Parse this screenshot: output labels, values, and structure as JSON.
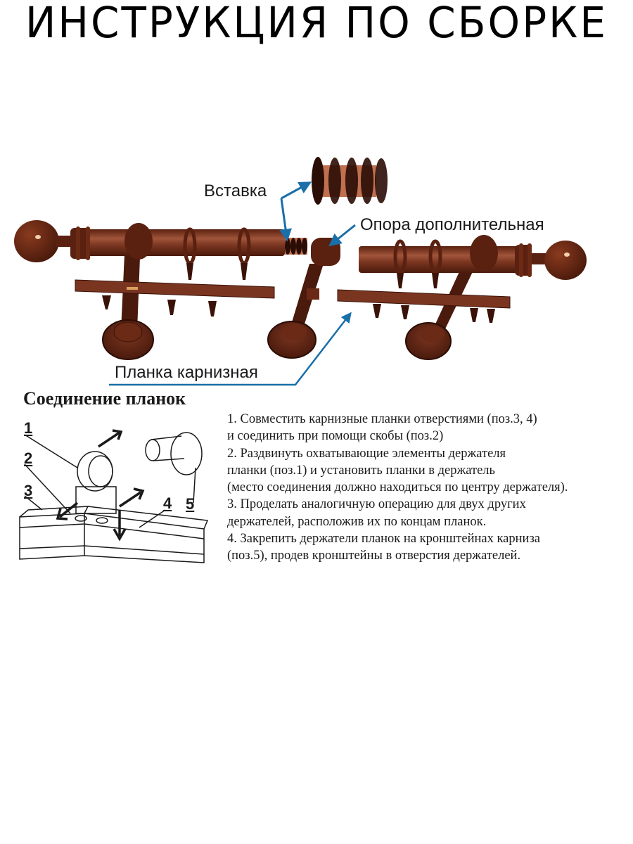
{
  "title": "ИНСТРУКЦИЯ ПО СБОРКЕ",
  "colors": {
    "wood": "#6b2a14",
    "wood_light": "#9a4a2a",
    "arrow": "#1a6fa8",
    "text": "#1a1a1a"
  },
  "callouts": {
    "insert": "Вставка",
    "extra_support": "Опора дополнительная",
    "rail": "Планка карнизная"
  },
  "section": {
    "heading": "Соединение планок",
    "position_numbers": [
      "1",
      "2",
      "3",
      "4",
      "5"
    ],
    "steps": [
      "1. Совместить карнизные планки отверстиями (поз.3, 4)",
      "и соединить при помощи скобы (поз.2)",
      "2. Раздвинуть охватывающие элементы держателя",
      "планки (поз.1) и установить планки в держатель",
      "(место соединения должно находиться по центру держателя).",
      "3. Проделать аналогичную операцию для двух других",
      "держателей, расположив их по концам планок.",
      "4. Закрепить держатели планок на кронштейнах карниза",
      "(поз.5), продев кронштейны в отверстия держателей."
    ]
  }
}
